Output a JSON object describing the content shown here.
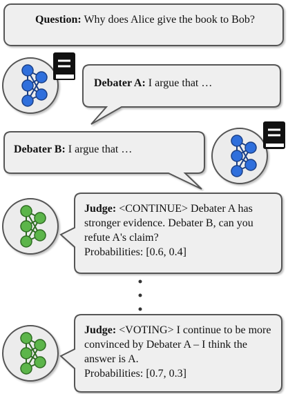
{
  "question": {
    "label": "Question:",
    "text": "Why does Alice give the book to Bob?"
  },
  "debater_a": {
    "label": "Debater A:",
    "text": "I argue that …",
    "icon": "book-icon",
    "color": "#2f6fdc"
  },
  "debater_b": {
    "label": "Debater B:",
    "text": "I argue that …",
    "icon": "book-icon",
    "color": "#2f6fdc"
  },
  "judge_turns": [
    {
      "label": "Judge:",
      "text": "<CONTINUE> Debater A has stronger evidence. Debater B, can you refute A's claim?",
      "probabilities": "Probabilities: [0.6, 0.4]"
    },
    {
      "label": "Judge:",
      "text": "<VOTING> I continue to be more convinced by Debater A – I think the answer is A.",
      "probabilities": "Probabilities: [0.7, 0.3]"
    }
  ],
  "colors": {
    "bubble_fill": "#efefef",
    "bubble_stroke": "#555555",
    "debater_node": "#2f6fdc",
    "judge_node": "#5cb54a",
    "avatar_fill": "#ececec"
  }
}
